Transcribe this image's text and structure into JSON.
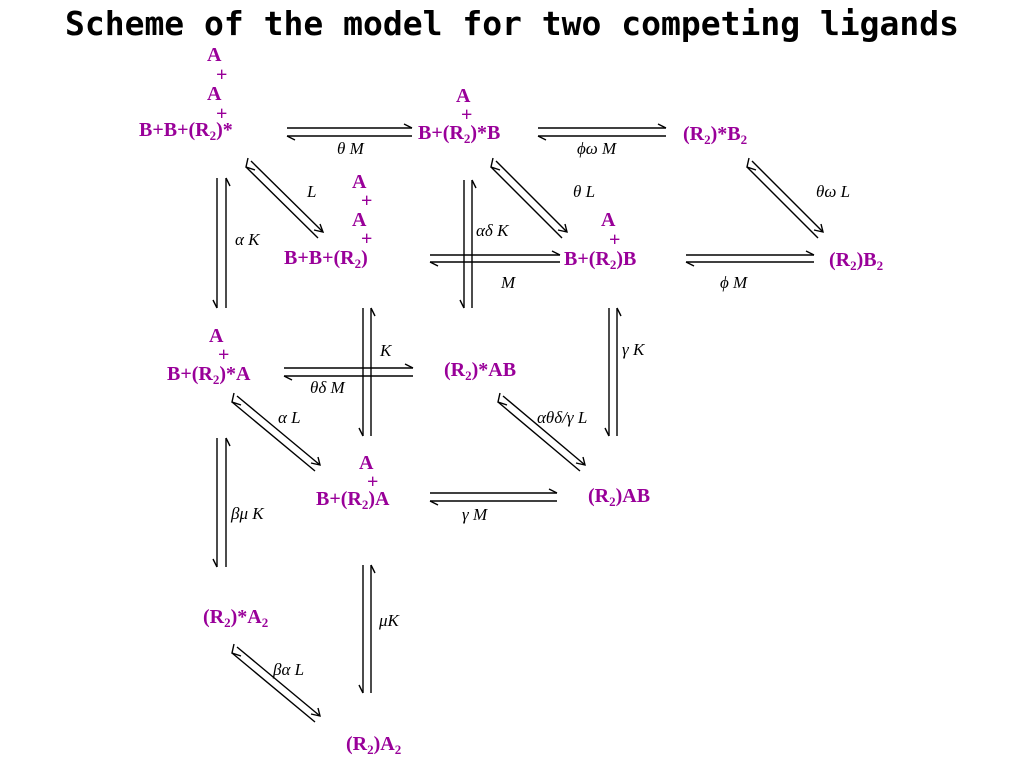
{
  "title": "Scheme of the model for two competing ligands",
  "species": {
    "bb_r2_star": "B+B+(R₂)*",
    "b_r2_star_b": "B+(R₂)*B",
    "r2_star_b2": "(R₂)*B₂",
    "bb_r2": "B+B+(R₂)",
    "b_r2_b": "B+(R₂)B",
    "r2_b2": "(R₂)B₂",
    "b_r2_star_a": "B+(R₂)*A",
    "r2_star_ab": "(R₂)*AB",
    "b_r2_a": "B+(R₂)A",
    "r2_ab": "(R₂)AB",
    "r2_star_a2": "(R₂)*A₂",
    "r2_a2": "(R₂)A₂"
  },
  "ligands": {
    "a": "A",
    "plus": "+"
  },
  "rates": {
    "theta_m": "θ M",
    "phi_omega_m": "ϕω M",
    "l": "L",
    "theta_l": "θ L",
    "theta_omega_l": "θω L",
    "alpha_k": "α K",
    "alpha_delta_k": "αδ K",
    "m": "M",
    "phi_m": "ϕ M",
    "k": "K",
    "gamma_k": "γ K",
    "theta_delta_m": "θδ M",
    "alpha_l": "α L",
    "alpha_theta_delta_gamma_l": "αθδ/γ L",
    "beta_mu_k": "βμ K",
    "gamma_m": "γ  M",
    "mu_k": "μK",
    "beta_alpha_l": "βα L"
  }
}
